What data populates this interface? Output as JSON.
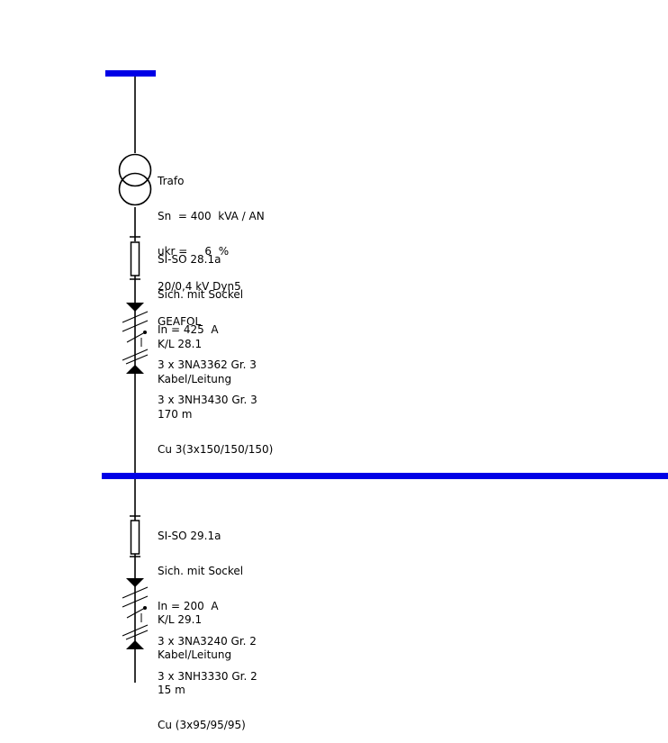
{
  "colors": {
    "busbar": "#0000e6",
    "line": "#000000",
    "background": "#ffffff"
  },
  "transformer": {
    "lines": [
      "Trafo",
      "Sn  = 400  kVA / AN",
      "ukr =     6  %",
      "20/0,4 kV Dyn5",
      "GEAFOL"
    ]
  },
  "fuse_1": {
    "lines": [
      "SI-SO 28.1a",
      "Sich. mit Sockel",
      "In = 425  A",
      "3 x 3NA3362 Gr. 3",
      "3 x 3NH3430 Gr. 3"
    ]
  },
  "cable_1": {
    "lines": [
      "K/L 28.1",
      "Kabel/Leitung",
      "170 m",
      "Cu 3(3x150/150/150)"
    ]
  },
  "fuse_2": {
    "lines": [
      "SI-SO 29.1a",
      "Sich. mit Sockel",
      "In = 200  A",
      "3 x 3NA3240 Gr. 2",
      "3 x 3NH3330 Gr. 2"
    ]
  },
  "cable_2": {
    "lines": [
      "K/L 29.1",
      "Kabel/Leitung",
      "15 m",
      "Cu (3x95/95/95)"
    ]
  }
}
